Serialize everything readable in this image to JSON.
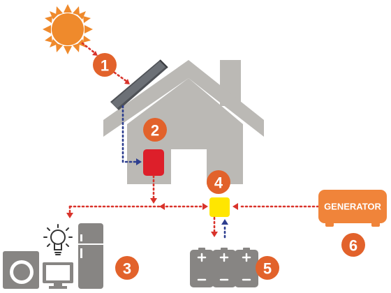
{
  "labels": {
    "step1": "1",
    "step2": "2",
    "step3": "3",
    "step4": "4",
    "step5": "5",
    "step6": "6",
    "generator": "GENERATOR"
  },
  "colors": {
    "sun": "#ef8a2c",
    "step_badge": "#e2622b",
    "house": "#bbb9b5",
    "appliance": "#878583",
    "charge_controller": "#dd1f2a",
    "inverter": "#ffe600",
    "ac_flow": "#d9332b",
    "dc_flow": "#2d3e8f",
    "generator": "#f0843a"
  },
  "icons": {
    "sun": "sun-icon",
    "solar_panel": "solar-panel-icon",
    "house": "house-icon",
    "charge_controller": "charge-controller-box",
    "inverter": "inverter-box",
    "washing_machine": "washing-machine-icon",
    "light_bulb": "light-bulb-icon",
    "television": "tv-icon",
    "refrigerator": "fridge-icon",
    "batteries": "battery-icon",
    "generator": "generator-icon"
  }
}
